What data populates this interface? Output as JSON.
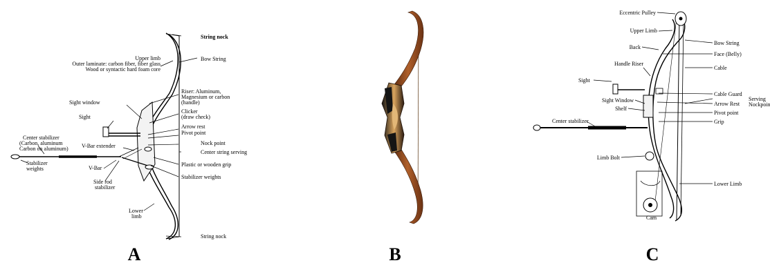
{
  "panels": {
    "a": {
      "letter": "A",
      "labels": {
        "string_nock_top": "String nock",
        "bow_string": "Bow String",
        "upper_limb": "Upper limb",
        "outer_laminate": "Outer laminate: carbon fiber, fiber glass",
        "wood_core": "Wood or syntactic hard foam core",
        "riser_1": "Riser: Aluminum,",
        "riser_2": "Magnesium or carbon",
        "riser_3": "(handle)",
        "sight_window": "Sight window",
        "clicker_1": "Clicker",
        "clicker_2": "(draw check)",
        "sight": "Sight",
        "arrow_rest": "Arrow rest",
        "pivot_point": "Pivot point",
        "center_stab_1": "Center stabilizer",
        "center_stab_2": "(Carbon, aluminum",
        "center_stab_3": "Carbon on aluminum)",
        "v_bar_extender": "V-Bar extender",
        "nock_point": "Nock point",
        "center_string_serving": "Center string serving",
        "stab_weights_1": "Stabilizer",
        "stab_weights_2": "weights",
        "v_bar": "V-Bar",
        "grip": "Plastic or wooden grip",
        "side_rod_1": "Side rod",
        "side_rod_2": "stabilizer",
        "stabilizer_weights": "Stabilizer  weights",
        "lower_limb_1": "Lower",
        "lower_limb_2": "limb",
        "string_nock_bottom": "String nock"
      }
    },
    "b": {
      "letter": "B"
    },
    "c": {
      "letter": "C",
      "labels": {
        "eccentric_pulley": "Eccentric Pulley",
        "upper_limb": "Upper Limb",
        "bow_string": "Bow String",
        "back": "Back",
        "face": "Face (Belly)",
        "handle_riser": "Handle Riser",
        "cable": "Cable",
        "sight": "Sight",
        "cable_guard": "Cable Guard",
        "sight_window": "Sight Window",
        "serving_1": "Serving",
        "serving_2": "Nockpoint",
        "arrow_rest": "Arrow Rest",
        "shelf": "Shelf",
        "pivot_point": "Pivot point",
        "center_stabilizer": "Center stabilizer",
        "grip": "Grip",
        "limb_bolt": "Limb Bolt",
        "lower_limb": "Lower Limb",
        "cam": "Cam"
      }
    }
  },
  "colors": {
    "ink": "#000000",
    "wood_dark": "#5a2a10",
    "wood_mid": "#a0521c",
    "wood_light": "#d69a52",
    "riser_black": "#141414"
  }
}
